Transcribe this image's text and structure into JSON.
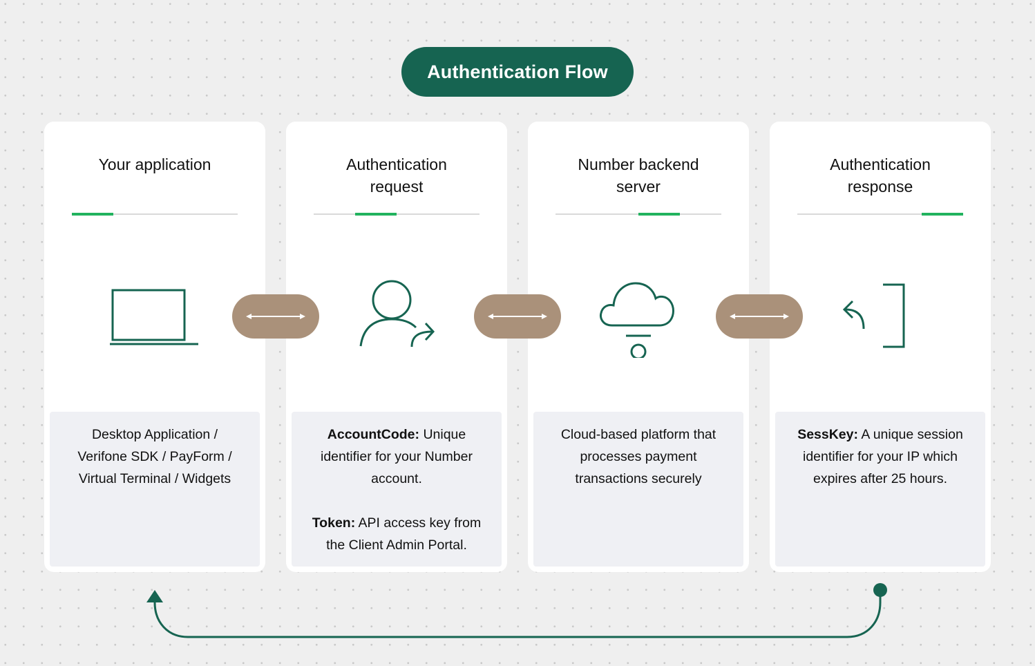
{
  "title": "Authentication Flow",
  "colors": {
    "brand_green": "#166451",
    "accent_green": "#22b35e",
    "connector_tan": "#aa917a",
    "card_bg": "#ffffff",
    "desc_bg": "#eff0f4"
  },
  "steps": [
    {
      "title": "Your application",
      "icon": "laptop-icon",
      "accent_position": "left",
      "desc": [
        {
          "label": "",
          "text": "Desktop Application /\nVerifone SDK / PayForm /\nVirtual Terminal / Widgets"
        }
      ]
    },
    {
      "title": "Authentication\nrequest",
      "icon": "user-forward-icon",
      "accent_position": "center",
      "desc": [
        {
          "label": "AccountCode:",
          "text": "Unique\nidentifier for your Number\naccount."
        },
        {
          "label": "Token:",
          "text": "API access key from\nthe Client Admin Portal."
        }
      ]
    },
    {
      "title": "Number backend\nserver",
      "icon": "cloud-server-icon",
      "accent_position": "center-right",
      "desc": [
        {
          "label": "",
          "text": "Cloud-based platform that\nprocesses payment\ntransactions securely"
        }
      ]
    },
    {
      "title": "Authentication\nresponse",
      "icon": "sign-in-return-icon",
      "accent_position": "right",
      "desc": [
        {
          "label": "SessKey:",
          "text": "A unique session\nidentifier for your IP which\nexpires after 25 hours."
        }
      ]
    }
  ],
  "connectors": [
    "bidirectional-arrow-icon",
    "bidirectional-arrow-icon",
    "bidirectional-arrow-icon"
  ],
  "return_arrow": "return-flow-arrow-icon"
}
